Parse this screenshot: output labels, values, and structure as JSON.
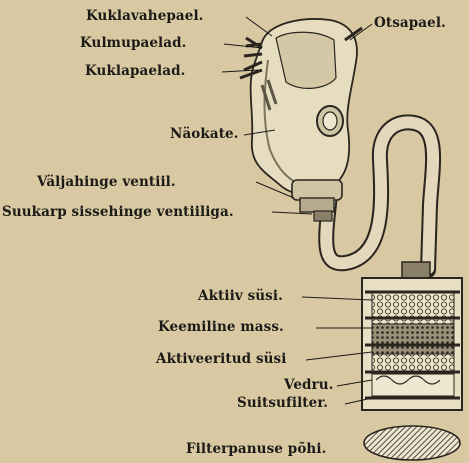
{
  "labels": {
    "kuklavahepael": "Kuklavahepael.",
    "otsapael": "Otsapael.",
    "kulmupaelad": "Kulmupaelad.",
    "kuklapaelad": "Kuklapaelad.",
    "naokate": "Näokate.",
    "valjahinge_ventiil": "Väljahinge ventiil.",
    "suukarp": "Suukarp sissehinge ventiiliga.",
    "aktiiv_susi": "Aktiiv süsi.",
    "keemiline_mass": "Keemiline mass.",
    "aktiveeritud_susi": "Aktiveeritud süsi",
    "vedru": "Vedru.",
    "suitsufilter": "Suitsufilter.",
    "filterpanuse_pohi": "Filterpanuse põhi."
  },
  "colors": {
    "paper": "#d8c9a3",
    "ink": "#1c1a16",
    "mask_fill": "#e6dcc0",
    "shade": "#7d735f"
  }
}
